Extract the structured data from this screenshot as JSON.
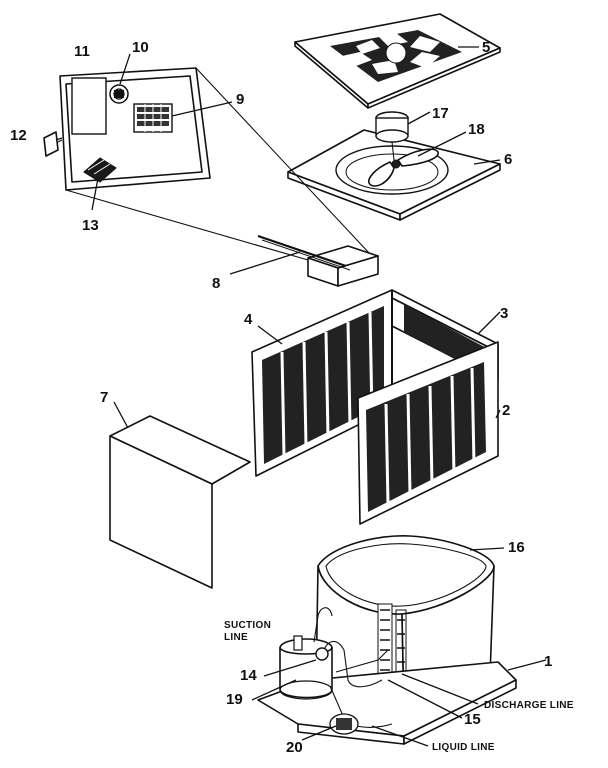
{
  "callouts": {
    "n1": "1",
    "n2": "2",
    "n3": "3",
    "n4": "4",
    "n5": "5",
    "n6": "6",
    "n7": "7",
    "n8": "8",
    "n9": "9",
    "n10": "10",
    "n11": "11",
    "n12": "12",
    "n13": "13",
    "n14": "14",
    "n15": "15",
    "n16": "16",
    "n17": "17",
    "n18": "18",
    "n19": "19",
    "n20": "20"
  },
  "labels": {
    "suction_line_1": "SUCTION",
    "suction_line_2": "LINE",
    "discharge_line": "DISCHARGE LINE",
    "liquid_line": "LIQUID LINE"
  }
}
